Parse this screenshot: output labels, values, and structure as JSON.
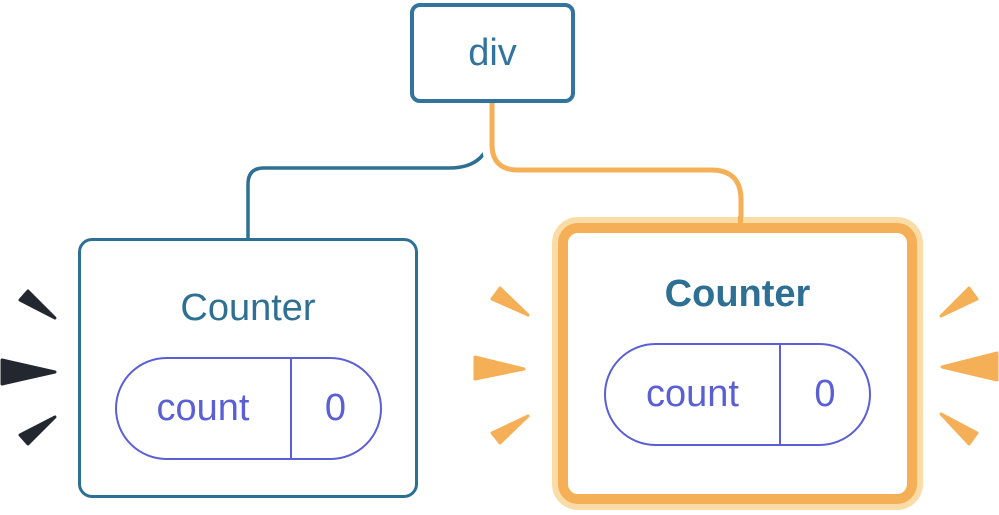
{
  "colors": {
    "blue": "#2E7093",
    "blue_bright": "#33749E",
    "purple": "#5A5FD6",
    "orange": "#F5AF57",
    "orange_pale": "#FBDBA6",
    "dark": "#23272F",
    "card_bg": "#FFFFFF"
  },
  "tree": {
    "root": {
      "label": "div"
    },
    "children": [
      {
        "title": "Counter",
        "state": {
          "key": "count",
          "value": "0"
        },
        "highlighted": false
      },
      {
        "title": "Counter",
        "state": {
          "key": "count",
          "value": "0"
        },
        "highlighted": true
      }
    ]
  }
}
